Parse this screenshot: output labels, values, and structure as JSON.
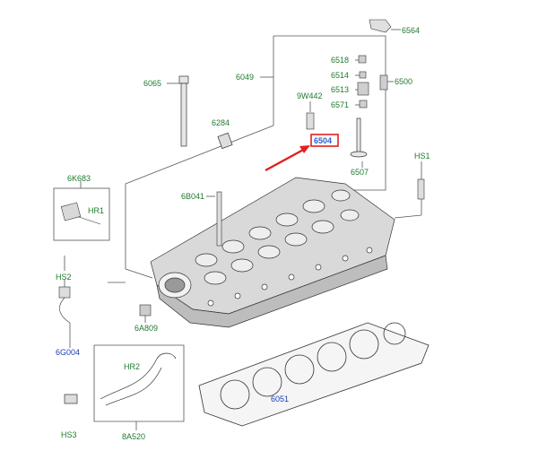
{
  "colors": {
    "label_green": "#1f7a2f",
    "label_blue": "#1d3fb0",
    "highlight": "#e41e1e",
    "line": "#333333"
  },
  "labels": {
    "p6564": "6564",
    "p6518": "6518",
    "p6514": "6514",
    "p6513": "6513",
    "p6500": "6500",
    "p6571": "6571",
    "p6049": "6049",
    "p9W442": "9W442",
    "p6065": "6065",
    "p6284": "6284",
    "p6504": "6504",
    "p6507": "6507",
    "pHS1": "HS1",
    "p6K683": "6K683",
    "pHR1": "HR1",
    "p6B041": "6B041",
    "pHS2": "HS2",
    "p6A809": "6A809",
    "p6G004": "6G004",
    "pHR2": "HR2",
    "pHS3": "HS3",
    "p8A520": "8A520",
    "p6051": "6051"
  }
}
